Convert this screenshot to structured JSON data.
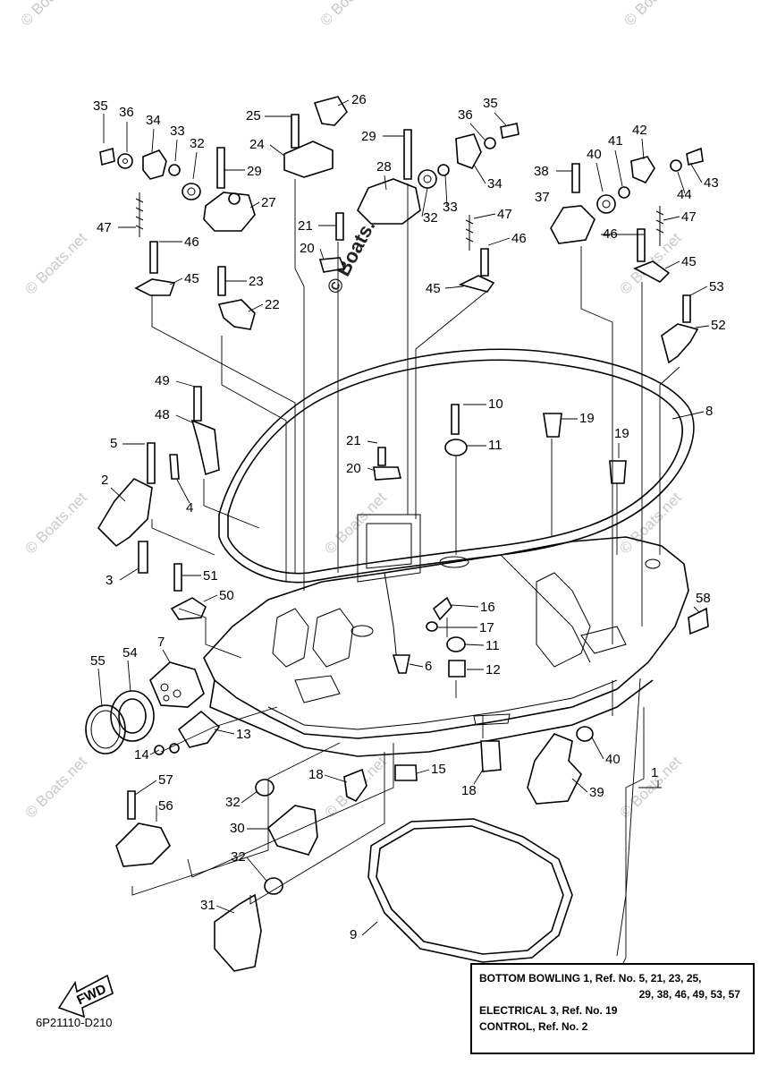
{
  "diagram_code": "6P21110-D210",
  "watermark_text": "© Boats.net",
  "fwd_label": "FWD",
  "note": {
    "line1": "BOTTOM BOWLING 1, Ref. No. 5, 21, 23, 25,",
    "line2": "29, 38, 46, 49, 53, 57",
    "line3": "ELECTRICAL 3,  Ref. No. 19",
    "line4": "CONTROL,  Ref. No. 2"
  },
  "callouts": {
    "c35a": "35",
    "c36a": "36",
    "c34a": "34",
    "c33a": "33",
    "c32a": "32",
    "c29a": "29",
    "c25": "25",
    "c26": "26",
    "c24": "24",
    "c27": "27",
    "c47a": "47",
    "c46a": "46",
    "c45a": "45",
    "c23": "23",
    "c22": "22",
    "c29b": "29",
    "c28": "28",
    "c21a": "21",
    "c20a": "20",
    "c32b": "32",
    "c33b": "33",
    "c34b": "34",
    "c36b": "36",
    "c35b": "35",
    "c47b": "47",
    "c46b": "46",
    "c45b": "45",
    "c42": "42",
    "c38": "38",
    "c40a": "40",
    "c41": "41",
    "c43": "43",
    "c44": "44",
    "c37": "37",
    "c47c": "47",
    "c46c": "46",
    "c45c": "45",
    "c53": "53",
    "c52": "52",
    "c8": "8",
    "c49": "49",
    "c48": "48",
    "c10": "10",
    "c19a": "19",
    "c11a": "11",
    "c19b": "19",
    "c5": "5",
    "c21b": "21",
    "c20b": "20",
    "c4": "4",
    "c2": "2",
    "c3": "3",
    "c51": "51",
    "c50": "50",
    "c16": "16",
    "c17": "17",
    "c11b": "11",
    "c12": "12",
    "c6": "6",
    "c7": "7",
    "c54": "54",
    "c55": "55",
    "c13": "13",
    "c14": "14",
    "c58": "58",
    "c40b": "40",
    "c39": "39",
    "c1": "1",
    "c18a": "18",
    "c15": "15",
    "c18b": "18",
    "c57": "57",
    "c56": "56",
    "c32c": "32",
    "c30": "30",
    "c32d": "32",
    "c31": "31",
    "c9": "9"
  }
}
